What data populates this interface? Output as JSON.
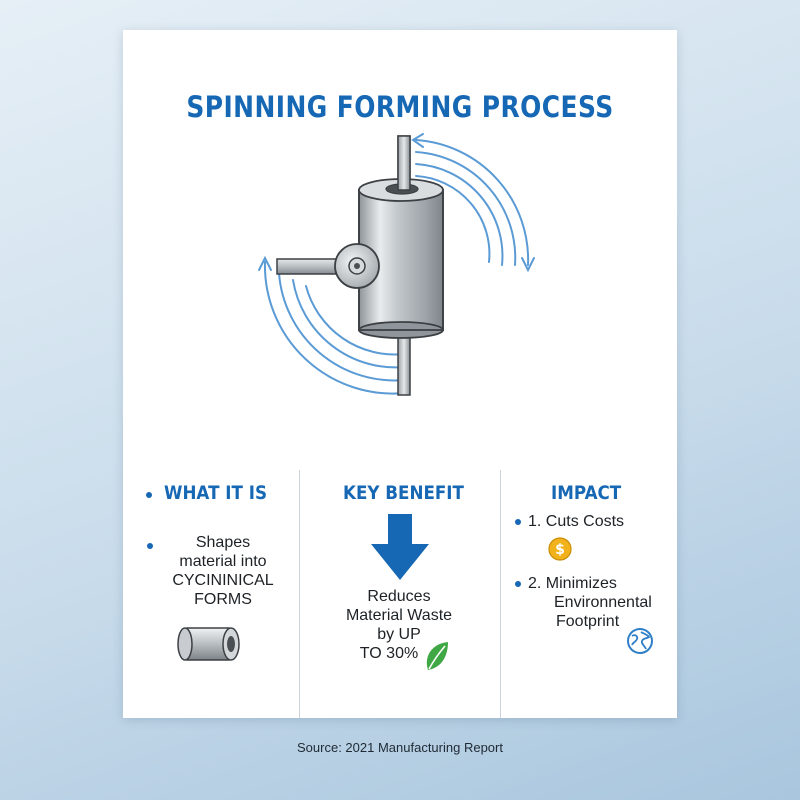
{
  "title": "SPINNING FORMING PROCESS",
  "columns": {
    "what_it_is": {
      "heading": "WHAT IT IS",
      "lines": [
        "Shapes",
        "material into",
        "CYCININICAL",
        "FORMS"
      ]
    },
    "key_benefit": {
      "heading": "KEY BENEFIT",
      "lines": [
        "Reduces",
        "Material Waste",
        "by UP",
        "TO 30%"
      ]
    },
    "impact": {
      "heading": "IMPACT",
      "item1": "1. Cuts Costs",
      "item2_line1": "2. Minimizes",
      "item2_line2": "Environnental",
      "item2_line3": "Footprint"
    }
  },
  "source": "Source: 2021 Manufacturing Report",
  "icons": {
    "main": "spinning-machine-icon",
    "rotation": "rotation-arrows-icon",
    "tube": "tube-icon",
    "down_arrow": "down-arrow-icon",
    "leaf": "leaf-icon",
    "coin": "dollar-coin-icon",
    "globe": "globe-icon"
  },
  "colors": {
    "accent": "#1667b4",
    "arrow_lines": "#5b9bd5",
    "leaf": "#3fa845",
    "coin": "#f2b21c"
  }
}
